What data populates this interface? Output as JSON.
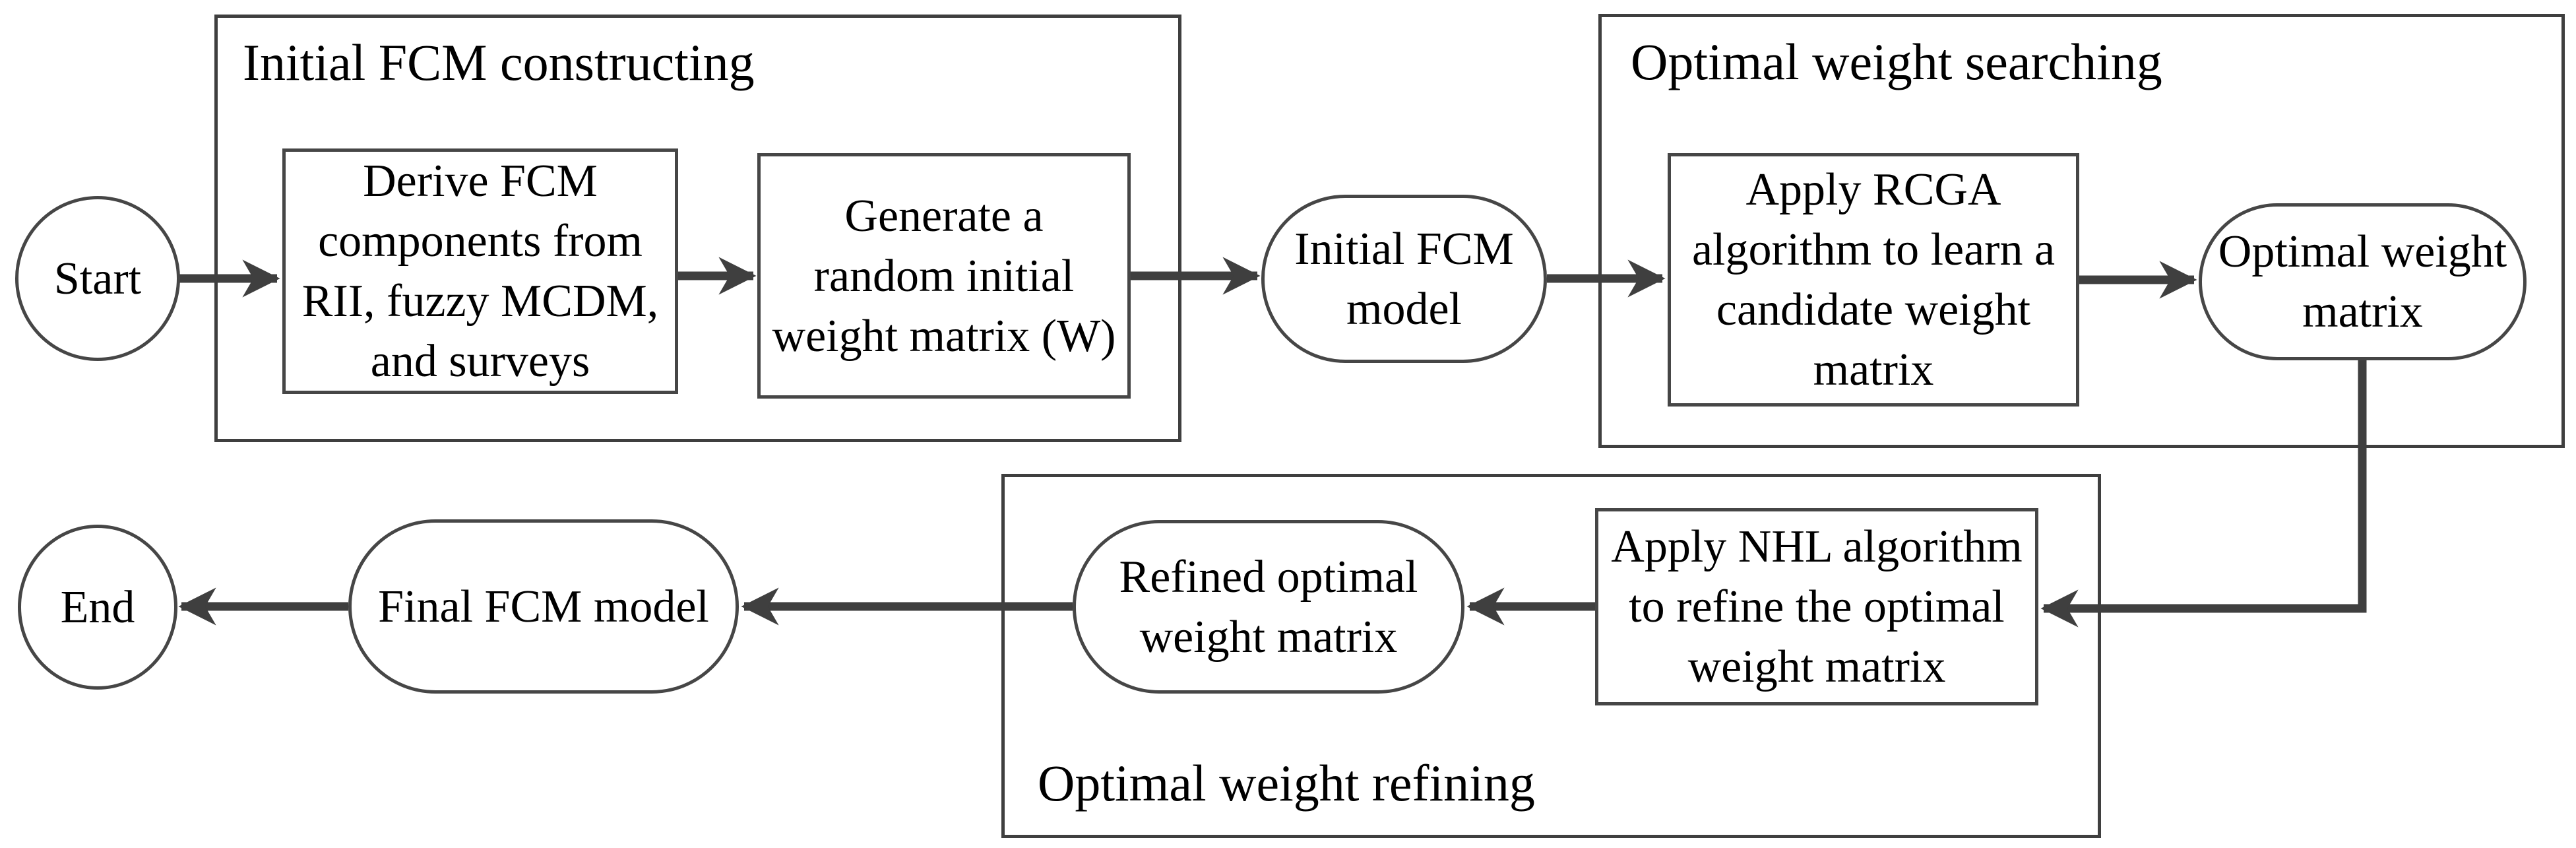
{
  "diagram": {
    "colors": {
      "shape_stroke": "#464646",
      "arrow_stroke": "#3f3f3f",
      "text": "#000000",
      "background": "#ffffff"
    },
    "groups": {
      "constructing": {
        "label": "Initial FCM constructing"
      },
      "searching": {
        "label": "Optimal weight searching"
      },
      "refining": {
        "label": "Optimal weight refining"
      }
    },
    "nodes": {
      "start": {
        "type": "terminal",
        "label": "Start"
      },
      "derive": {
        "type": "process",
        "label": "Derive FCM\ncomponents from\nRII, fuzzy MCDM,\nand surveys"
      },
      "generate": {
        "type": "process",
        "label": "Generate a\nrandom initial\nweight matrix (W)"
      },
      "initial_fcm": {
        "type": "stadium",
        "label": "Initial FCM\nmodel"
      },
      "rcga": {
        "type": "process",
        "label": "Apply RCGA\nalgorithm to learn a\ncandidate weight\nmatrix"
      },
      "optimal_weight": {
        "type": "stadium",
        "label": "Optimal weight\nmatrix"
      },
      "nhl": {
        "type": "process",
        "label": "Apply NHL algorithm\nto refine the optimal\nweight matrix"
      },
      "refined": {
        "type": "stadium",
        "label": "Refined optimal\nweight matrix"
      },
      "final_fcm": {
        "type": "stadium",
        "label": "Final FCM model"
      },
      "end": {
        "type": "terminal",
        "label": "End"
      }
    },
    "edges": [
      {
        "from": "start",
        "to": "derive"
      },
      {
        "from": "derive",
        "to": "generate"
      },
      {
        "from": "generate",
        "to": "initial_fcm"
      },
      {
        "from": "initial_fcm",
        "to": "rcga"
      },
      {
        "from": "rcga",
        "to": "optimal_weight"
      },
      {
        "from": "optimal_weight",
        "to": "nhl"
      },
      {
        "from": "nhl",
        "to": "refined"
      },
      {
        "from": "refined",
        "to": "final_fcm"
      },
      {
        "from": "final_fcm",
        "to": "end"
      }
    ]
  }
}
